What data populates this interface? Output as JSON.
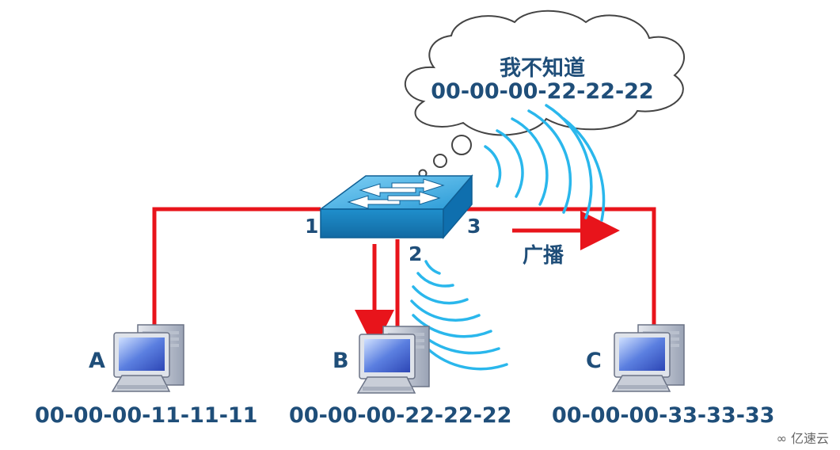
{
  "cloud": {
    "line1": "我不知道",
    "line2": "00-00-00-22-22-22"
  },
  "ports": {
    "p1": "1",
    "p2": "2",
    "p3": "3"
  },
  "broadcast_label": "广播",
  "hosts": [
    {
      "letter": "A",
      "mac": "00-00-00-11-11-11"
    },
    {
      "letter": "B",
      "mac": "00-00-00-22-22-22"
    },
    {
      "letter": "C",
      "mac": "00-00-00-33-33-33"
    }
  ],
  "watermark": "亿速云",
  "colors": {
    "link": "#e8141b",
    "wave": "#2ab7ec",
    "text": "#1f4e79",
    "switch": "#1e8ec9"
  }
}
